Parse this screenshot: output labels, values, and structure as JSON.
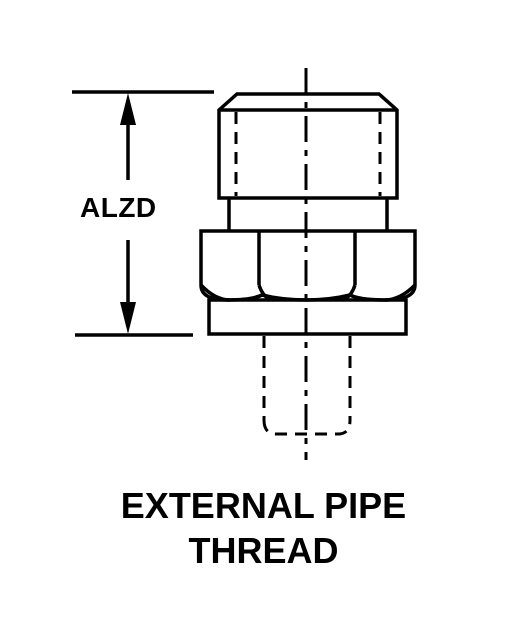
{
  "dimension_label": "ALZD",
  "caption_lines": [
    "EXTERNAL PIPE",
    "THREAD"
  ]
}
